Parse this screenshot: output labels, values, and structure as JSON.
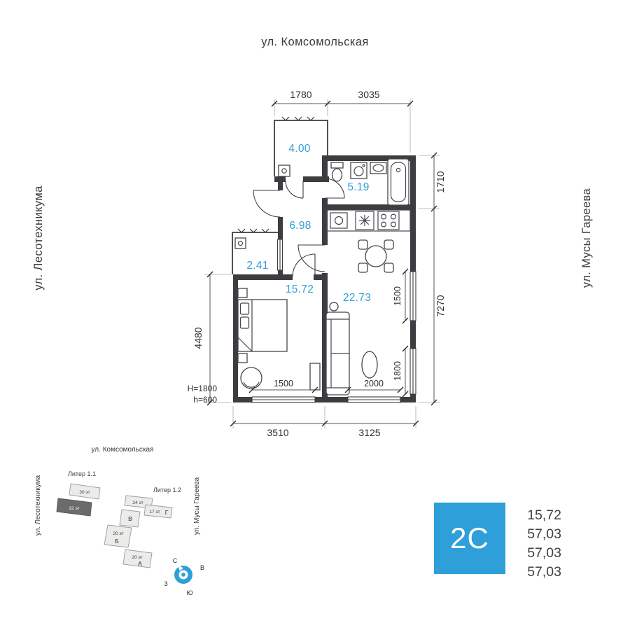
{
  "streets": {
    "top": "ул. Комсомольская",
    "left": "ул. Лесотехникума",
    "right": "ул. Мусы Гареева"
  },
  "plan": {
    "rooms": {
      "balcony": "4.00",
      "bathroom": "5.19",
      "hall": "6.98",
      "loggia": "2.41",
      "bedroom": "15.72",
      "living": "22.73"
    },
    "dims": {
      "top1": "1780",
      "top2": "3035",
      "right1": "1710",
      "right2": "7270",
      "left1": "4480",
      "bottom1": "3510",
      "bottom2": "3125",
      "win_bedroom": "1500",
      "win_living": "2000",
      "win_right_upper": "1500",
      "win_right_lower": "1800"
    },
    "notes": {
      "big": "H=1800",
      "small": "h=600"
    }
  },
  "minimap": {
    "street_top": "ул. Комсомольская",
    "street_left": "ул. Лесотехникума",
    "street_right": "ул. Мусы Гареева",
    "liter1": "Литер 1.1",
    "liter2": "Литер 1.2",
    "buildings": {
      "b30": "30 эт",
      "b32": "32 эт",
      "b24": "24 эт",
      "b17": "17 эт",
      "b20_1": "20 эт",
      "b20_2": "20 эт",
      "lit_v": "В",
      "lit_g": "Г",
      "lit_b": "Б",
      "lit_a": "А"
    },
    "compass": {
      "n": "С",
      "e": "В",
      "w": "З",
      "s": "Ю"
    }
  },
  "card": {
    "accent": "#2e9fd8",
    "type": "2С",
    "values": [
      "15,72",
      "57,03",
      "57,03",
      "57,03"
    ]
  }
}
